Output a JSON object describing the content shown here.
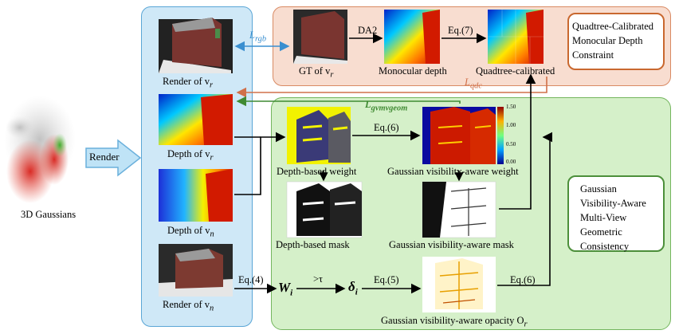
{
  "gaussians_label": "3D Gaussians",
  "render_label": "Render",
  "left_panel": {
    "render_vr": "Render of v",
    "render_vr_sub": "r",
    "depth_vr": "Depth of v",
    "depth_vr_sub": "r",
    "depth_vn": "Depth of v",
    "depth_vn_sub": "n",
    "render_vn": "Render of v",
    "render_vn_sub": "n"
  },
  "top_panel": {
    "gt_label": "GT of v",
    "gt_sub": "r",
    "da2": "DA2",
    "mono_label": "Monocular depth",
    "eq7": "Eq.(7)",
    "qc_label": "Quadtree-calibrated",
    "box_lines": [
      "Quadtree-Calibrated",
      "Monocular Depth",
      "Constraint"
    ]
  },
  "losses": {
    "lrgb": "L",
    "lrgb_sub": "rgb",
    "lqdc": "L",
    "lqdc_sub": "qdc",
    "lgvm": "L",
    "lgvm_sub": "gvmvgeom"
  },
  "green_panel": {
    "eq6_top": "Eq.(6)",
    "dbw_label": "Depth-based weight",
    "gvw_label": "Gaussian visibility-aware weight",
    "dbm_label": "Depth-based mask",
    "gvm_label": "Gaussian visibility-aware mask",
    "eq4": "Eq.(4)",
    "w_sym": "W",
    "w_sub": "i",
    "tau": ">τ",
    "delta_sym": "δ",
    "delta_sub": "i",
    "eq5": "Eq.(5)",
    "eq6_bottom": "Eq.(6)",
    "opacity_label": "Gaussian visibility-aware opacity O",
    "opacity_sub": "r",
    "colorbar_ticks": [
      "1.50",
      "1.00",
      "0.50",
      "0.00"
    ],
    "box_lines": [
      "Gaussian",
      "Visibility-Aware",
      "Multi-View",
      "Geometric",
      "Consistency"
    ]
  },
  "colors": {
    "blue_panel": "#cfe8f7",
    "orange_panel": "#f8ddd0",
    "green_panel": "#d5f0c9",
    "lrgb_arrow": "#3a8fd0",
    "lqdc_arrow": "#d0704a",
    "lgvm_arrow": "#3f8a32"
  }
}
